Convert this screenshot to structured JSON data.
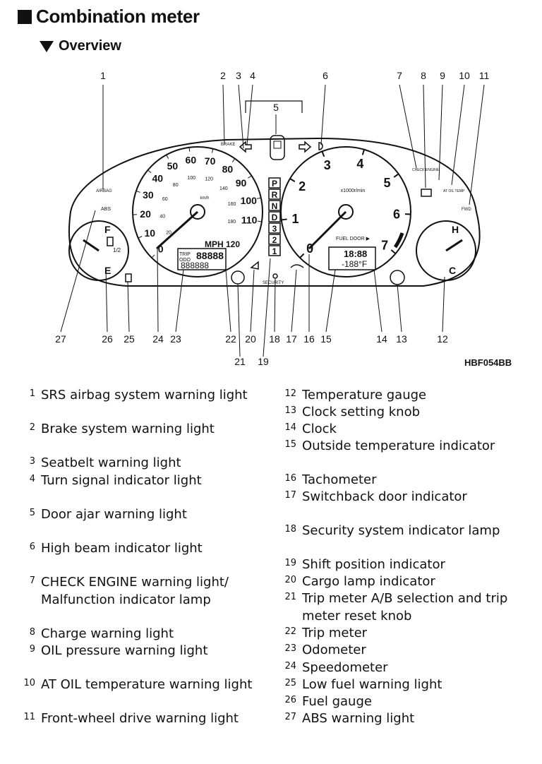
{
  "header": {
    "title": "Combination meter",
    "subtitle": "Overview"
  },
  "figure": {
    "code": "HBF054BB",
    "callouts": [
      "1",
      "2",
      "3",
      "4",
      "5",
      "6",
      "7",
      "8",
      "9",
      "10",
      "11",
      "12",
      "13",
      "14",
      "15",
      "16",
      "17",
      "18",
      "19",
      "20",
      "21",
      "22",
      "23",
      "24",
      "25",
      "26",
      "27"
    ],
    "speedometer": {
      "mph_ticks": [
        "0",
        "10",
        "20",
        "30",
        "40",
        "50",
        "60",
        "70",
        "80",
        "90",
        "100",
        "110"
      ],
      "unit_label": "MPH 120",
      "kmh_ticks": [
        "20",
        "40",
        "60",
        "80",
        "100",
        "120",
        "140",
        "160",
        "180"
      ],
      "kmh_unit": "km/h",
      "odometer_display": "88888",
      "odometer_lower": "888888",
      "trip_label": "TRIP",
      "odo_label": "ODO"
    },
    "tachometer": {
      "ticks": [
        "0",
        "1",
        "2",
        "3",
        "4",
        "5",
        "6",
        "7"
      ],
      "unit": "x1000r/min",
      "fuel_door": "FUEL DOOR ▶",
      "clock_display": "18:88",
      "temp_display": "-188°F"
    },
    "fuel_gauge": {
      "full": "F",
      "empty": "E",
      "half": "1/2"
    },
    "temp_gauge": {
      "hot": "H",
      "cold": "C"
    },
    "shift_positions": [
      "P",
      "R",
      "N",
      "D",
      "3",
      "2",
      "1"
    ],
    "panel_labels": {
      "brake": "BRAKE",
      "airbag": "AIRBAG",
      "abs": "ABS",
      "check_engine": "CHECK ENGINE",
      "at_oil": "AT OIL TEMP",
      "fwd": "FWD",
      "security": "SECURITY"
    }
  },
  "legend": [
    {
      "num": "1",
      "label": "SRS airbag system warning light"
    },
    {
      "num": "2",
      "label": "Brake system warning light"
    },
    {
      "num": "3",
      "label": "Seatbelt warning light"
    },
    {
      "num": "4",
      "label": "Turn signal indicator light"
    },
    {
      "num": "5",
      "label": "Door ajar warning light"
    },
    {
      "num": "6",
      "label": "High beam indicator light"
    },
    {
      "num": "7",
      "label": "CHECK ENGINE warning light/"
    },
    {
      "num": "",
      "label": "Malfunction indicator lamp"
    },
    {
      "num": "8",
      "label": "Charge warning light"
    },
    {
      "num": "9",
      "label": "OIL pressure warning light"
    },
    {
      "num": "10",
      "label": "AT OIL temperature warning light"
    },
    {
      "num": "11",
      "label": "Front-wheel drive warning light"
    },
    {
      "num": "12",
      "label": "Temperature gauge"
    },
    {
      "num": "13",
      "label": "Clock setting knob"
    },
    {
      "num": "14",
      "label": "Clock"
    },
    {
      "num": "15",
      "label": "Outside temperature indicator"
    },
    {
      "num": "16",
      "label": "Tachometer"
    },
    {
      "num": "17",
      "label": "Switchback door indicator"
    },
    {
      "num": "18",
      "label": "Security system indicator lamp"
    },
    {
      "num": "19",
      "label": "Shift position indicator"
    },
    {
      "num": "20",
      "label": "Cargo lamp indicator"
    },
    {
      "num": "21",
      "label": "Trip meter A/B selection and trip"
    },
    {
      "num": "",
      "label": "meter reset knob"
    },
    {
      "num": "22",
      "label": "Trip meter"
    },
    {
      "num": "23",
      "label": "Odometer"
    },
    {
      "num": "24",
      "label": "Speedometer"
    },
    {
      "num": "25",
      "label": "Low fuel warning light"
    },
    {
      "num": "26",
      "label": "Fuel gauge"
    },
    {
      "num": "27",
      "label": "ABS warning light"
    }
  ]
}
